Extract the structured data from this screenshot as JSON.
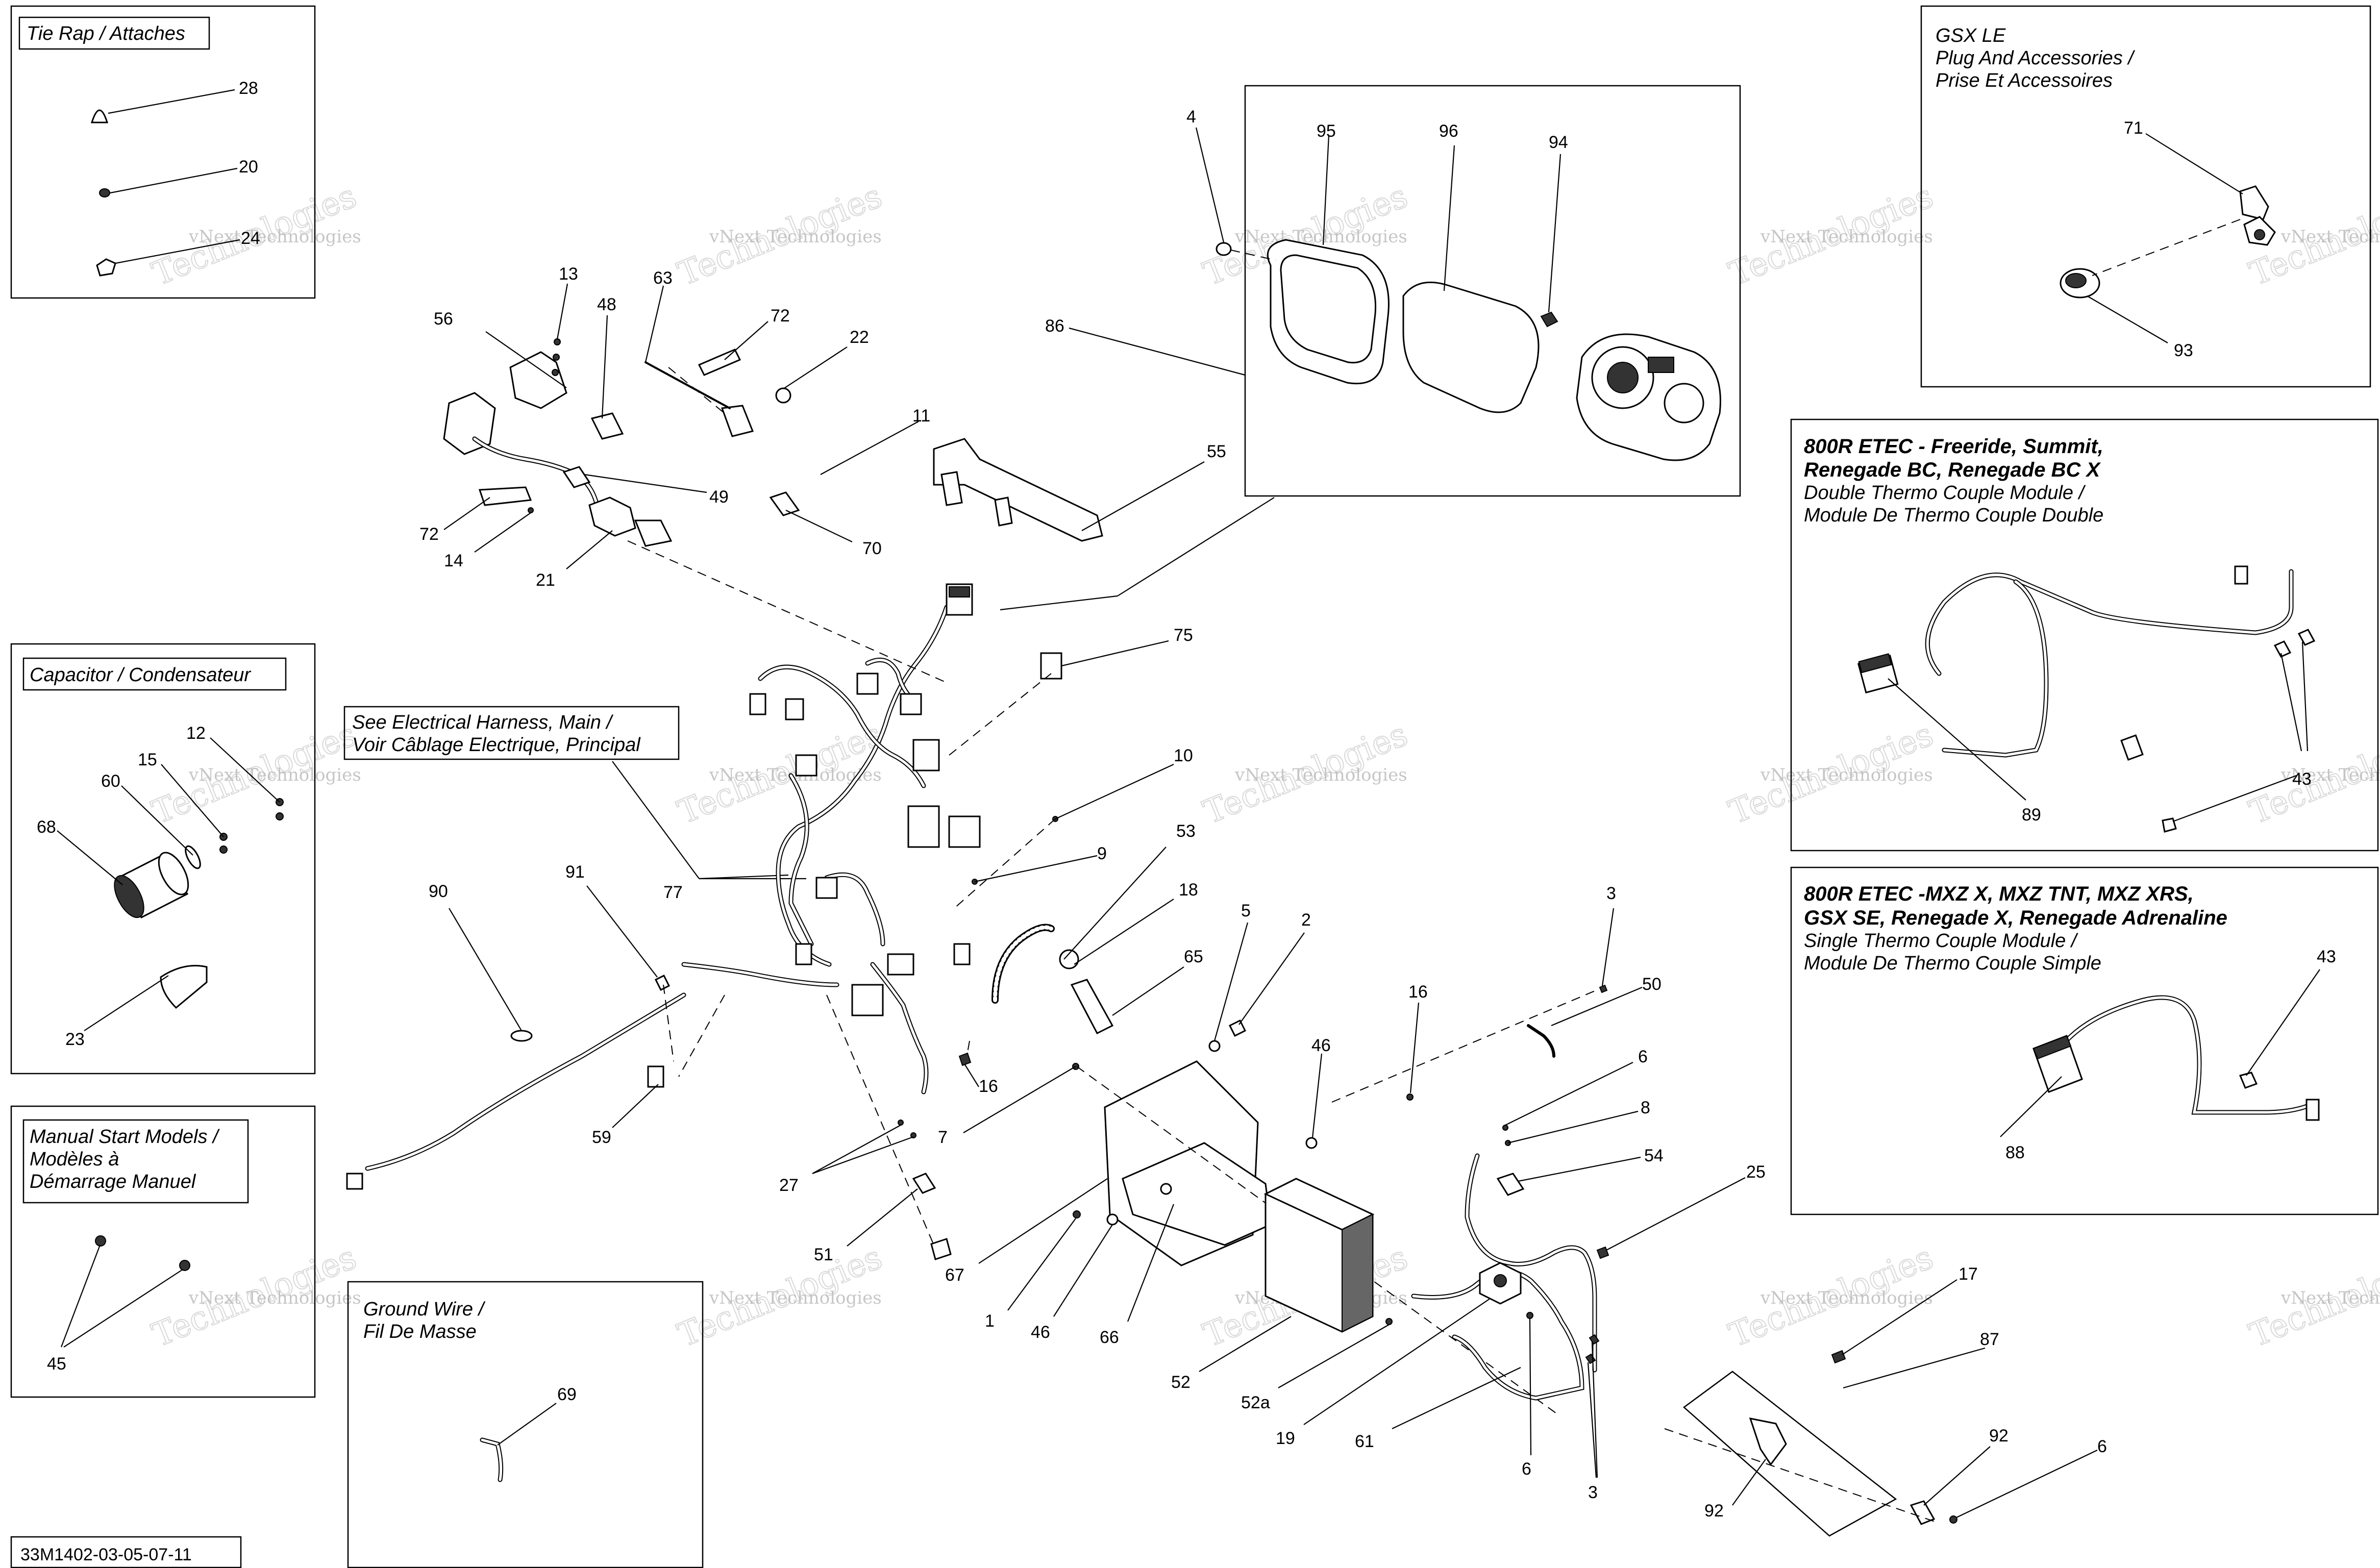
{
  "diagram_code": "33M1402-03-05-07-11",
  "watermark": {
    "text": "vNext Technologies",
    "big": "Technologies"
  },
  "boxes": {
    "tie_rap": {
      "title": "Tie Rap / Attaches"
    },
    "capacitor": {
      "title": "Capacitor / Condensateur"
    },
    "manual_start": {
      "line1": "Manual Start Models /",
      "line2": "Modèles à",
      "line3": "Démarrage Manuel"
    },
    "ground_wire": {
      "line1": "Ground Wire /",
      "line2": "Fil De Masse"
    },
    "harness_note": {
      "line1": "See Electrical Harness, Main /",
      "line2": "Voir Câblage Electrique, Principal"
    },
    "gsx_le": {
      "line1": "GSX LE",
      "line2": "Plug And Accessories /",
      "line3": "Prise Et Accessoires"
    },
    "double_module": {
      "line1": "800R ETEC - Freeride, Summit,",
      "line2": "Renegade BC, Renegade BC X",
      "line3": "Double Thermo Couple Module /",
      "line4": "Module De Thermo Couple Double"
    },
    "single_module": {
      "line1": "800R ETEC -MXZ X, MXZ TNT, MXZ XRS,",
      "line2": "GSX SE, Renegade X, Renegade Adrenaline",
      "line3": "Single Thermo Couple Module /",
      "line4": "Module De Thermo Couple Simple"
    }
  },
  "callouts": {
    "n28": "28",
    "n20": "20",
    "n24": "24",
    "n13": "13",
    "n63": "63",
    "n72a": "72",
    "n22": "22",
    "n56": "56",
    "n48": "48",
    "n49": "49",
    "n72b": "72",
    "n14": "14",
    "n21": "21",
    "n70": "70",
    "n11": "11",
    "n55": "55",
    "n4": "4",
    "n95": "95",
    "n96": "96",
    "n94": "94",
    "n86": "86",
    "n71": "71",
    "n93": "93",
    "n75": "75",
    "n12": "12",
    "n15": "15",
    "n60": "60",
    "n68": "68",
    "n23": "23",
    "n77": "77",
    "n10": "10",
    "n9": "9",
    "n53": "53",
    "n18": "18",
    "n65": "65",
    "n91": "91",
    "n90": "90",
    "n5": "5",
    "n2": "2",
    "n3a": "3",
    "n50": "50",
    "n16a": "16",
    "n46a": "46",
    "n16b": "16",
    "n6a": "6",
    "n8": "8",
    "n54": "54",
    "n25": "25",
    "n7": "7",
    "n59": "59",
    "n27": "27",
    "n51": "51",
    "n67": "67",
    "n1": "1",
    "n46b": "46",
    "n66": "66",
    "n52": "52",
    "n52a": "52a",
    "n19": "19",
    "n61": "61",
    "n6b": "6",
    "n3b": "3",
    "n17": "17",
    "n87": "87",
    "n92a": "92",
    "n92b": "92",
    "n6c": "6",
    "n89": "89",
    "n43a": "43",
    "n43b": "43",
    "n88": "88",
    "n45": "45",
    "n69": "69"
  }
}
